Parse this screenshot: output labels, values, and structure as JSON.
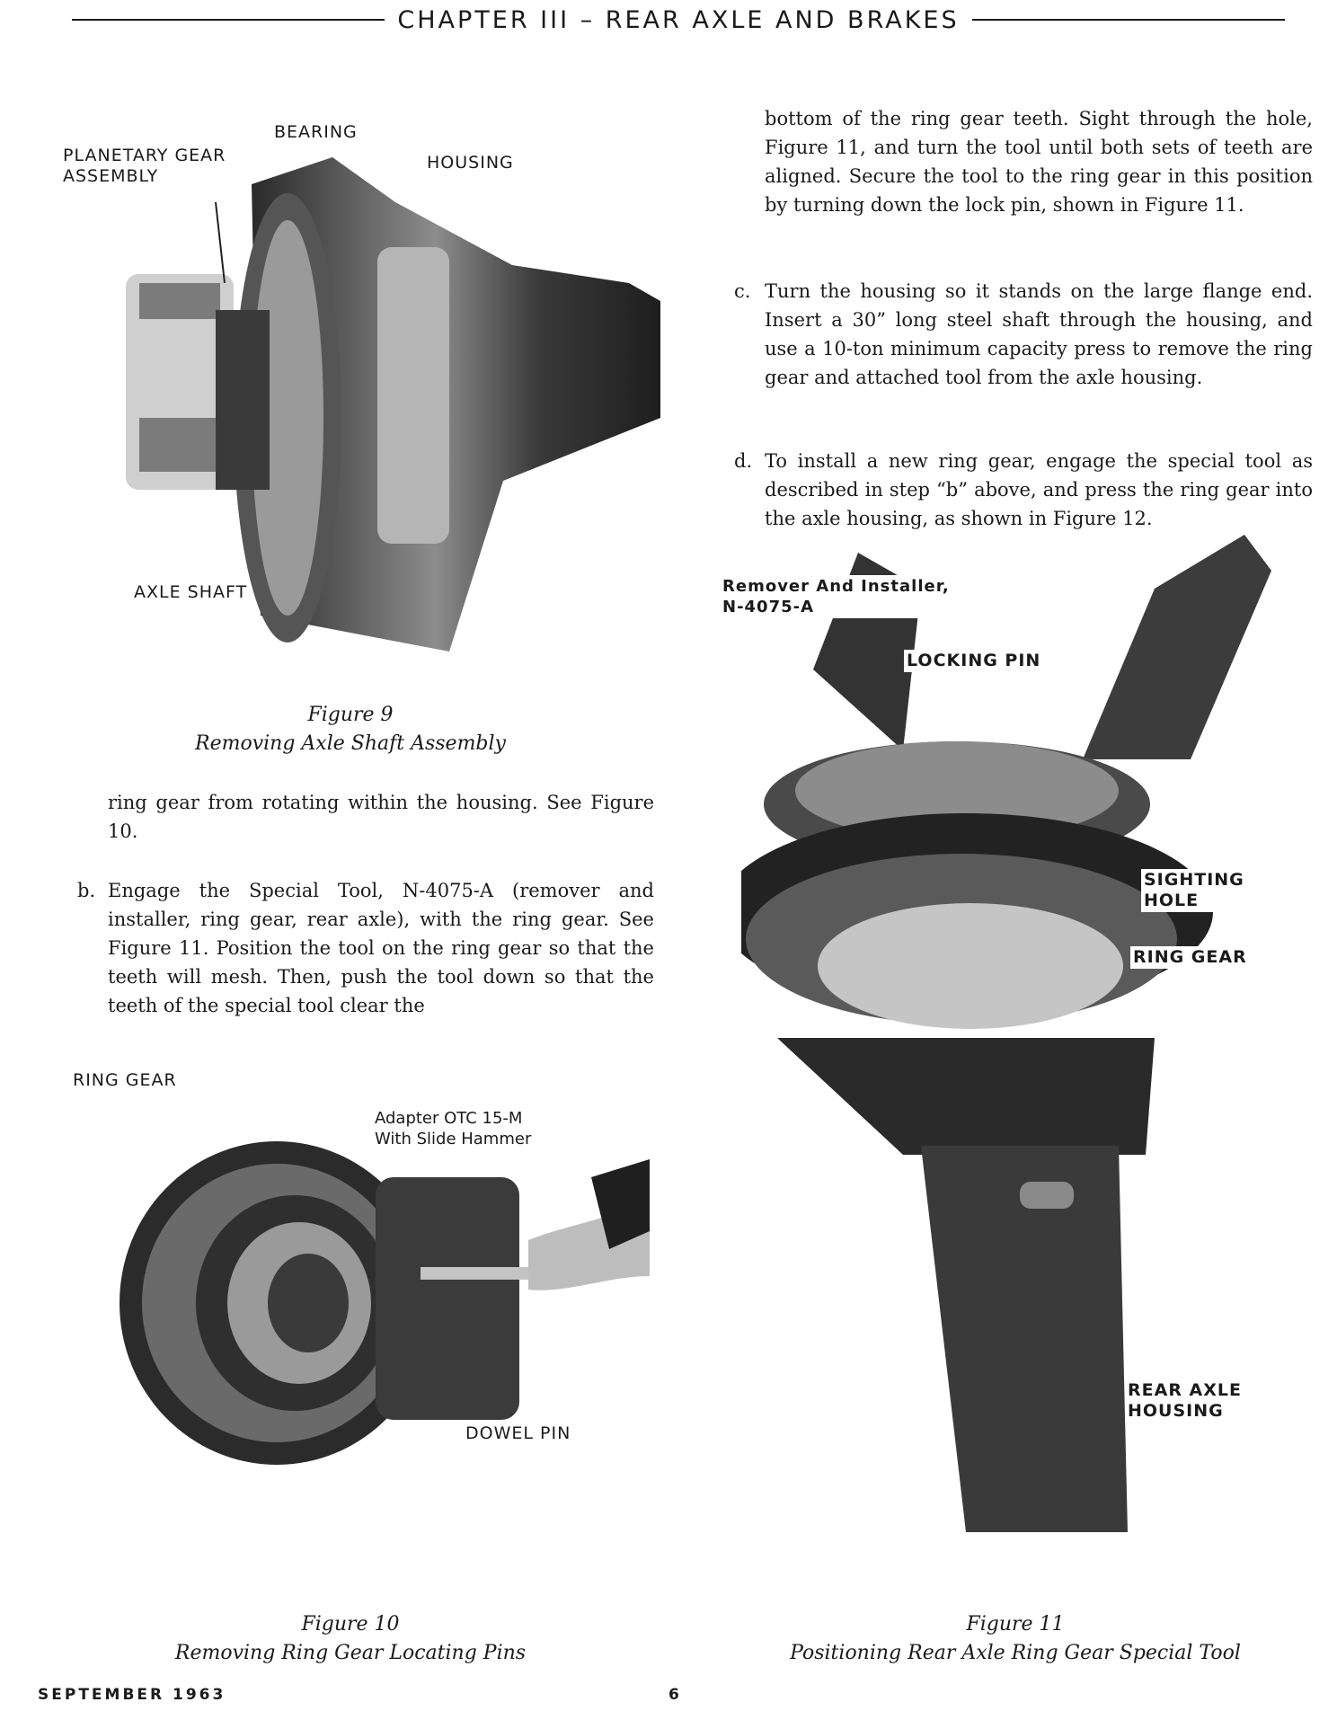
{
  "header": {
    "title": "CHAPTER III – REAR AXLE AND BRAKES"
  },
  "figure9": {
    "labels": {
      "planetary": "PLANETARY GEAR\nASSEMBLY",
      "bearing": "BEARING",
      "housing": "HOUSING",
      "axle_shaft": "AXLE SHAFT"
    },
    "caption_number": "Figure 9",
    "caption_title": "Removing Axle Shaft Assembly"
  },
  "left_text": {
    "continuation": "ring gear from rotating within the housing. See Figure 10.",
    "step_b_letter": "b.",
    "step_b": "Engage the Special Tool, N-4075-A (remover and installer, ring gear, rear axle), with the ring gear. See Figure 11. Position the tool on the ring gear so that the teeth will mesh. Then, push the tool down so that the teeth of the special tool clear the"
  },
  "right_text": {
    "continuation": "bottom of the ring gear teeth. Sight through the hole, Figure 11, and turn the tool until both sets of teeth are aligned. Secure the tool to the ring gear in this position by turning down the lock pin, shown in Figure 11.",
    "step_c_letter": "c.",
    "step_c": "Turn the housing so it stands on the large flange end. Insert a 30” long steel shaft through the housing, and use a 10-ton minimum capacity press to remove the ring gear and attached tool from the axle housing.",
    "step_d_letter": "d.",
    "step_d": "To install a new ring gear, engage the special tool as described in step “b” above, and press the ring gear into the axle housing, as shown in Figure 12."
  },
  "figure10": {
    "labels": {
      "ring_gear": "RING GEAR",
      "adapter": "Adapter OTC 15-M\nWith Slide Hammer",
      "dowel_pin": "DOWEL PIN"
    },
    "caption_number": "Figure 10",
    "caption_title": "Removing Ring Gear Locating Pins"
  },
  "figure11": {
    "labels": {
      "remover": "Remover And Installer,\nN-4075-A",
      "locking_pin": "LOCKING PIN",
      "sighting_hole": "SIGHTING\nHOLE",
      "ring_gear": "RING GEAR",
      "rear_axle_housing": "REAR AXLE\nHOUSING"
    },
    "caption_number": "Figure 11",
    "caption_title": "Positioning Rear Axle Ring Gear Special Tool"
  },
  "footer": {
    "date": "SEPTEMBER 1963",
    "page": "6"
  }
}
